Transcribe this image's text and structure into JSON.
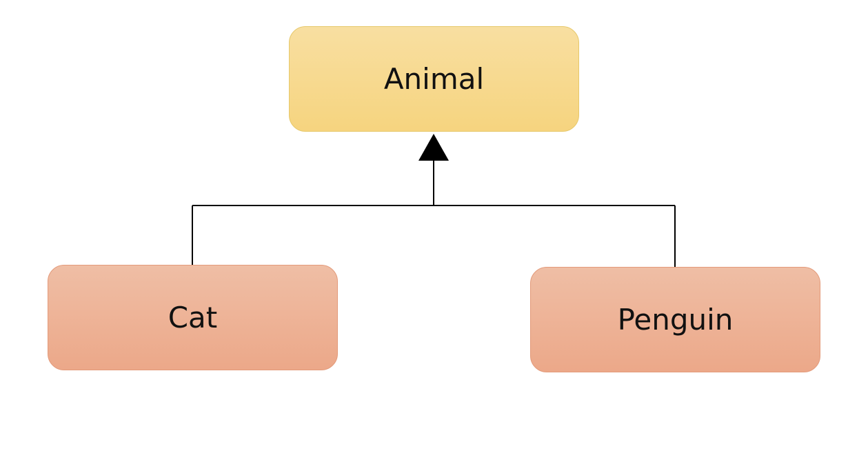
{
  "diagram": {
    "nodes": [
      {
        "id": "animal",
        "label": "Animal",
        "role": "parent"
      },
      {
        "id": "cat",
        "label": "Cat",
        "role": "child"
      },
      {
        "id": "penguin",
        "label": "Penguin",
        "role": "child"
      }
    ],
    "edges": [
      {
        "from": "cat",
        "to": "animal",
        "arrow": "triangle"
      },
      {
        "from": "penguin",
        "to": "animal",
        "arrow": "triangle"
      }
    ],
    "colors": {
      "parent_fill": "#f7d98f",
      "child_fill": "#edb395",
      "line": "#000000"
    }
  }
}
